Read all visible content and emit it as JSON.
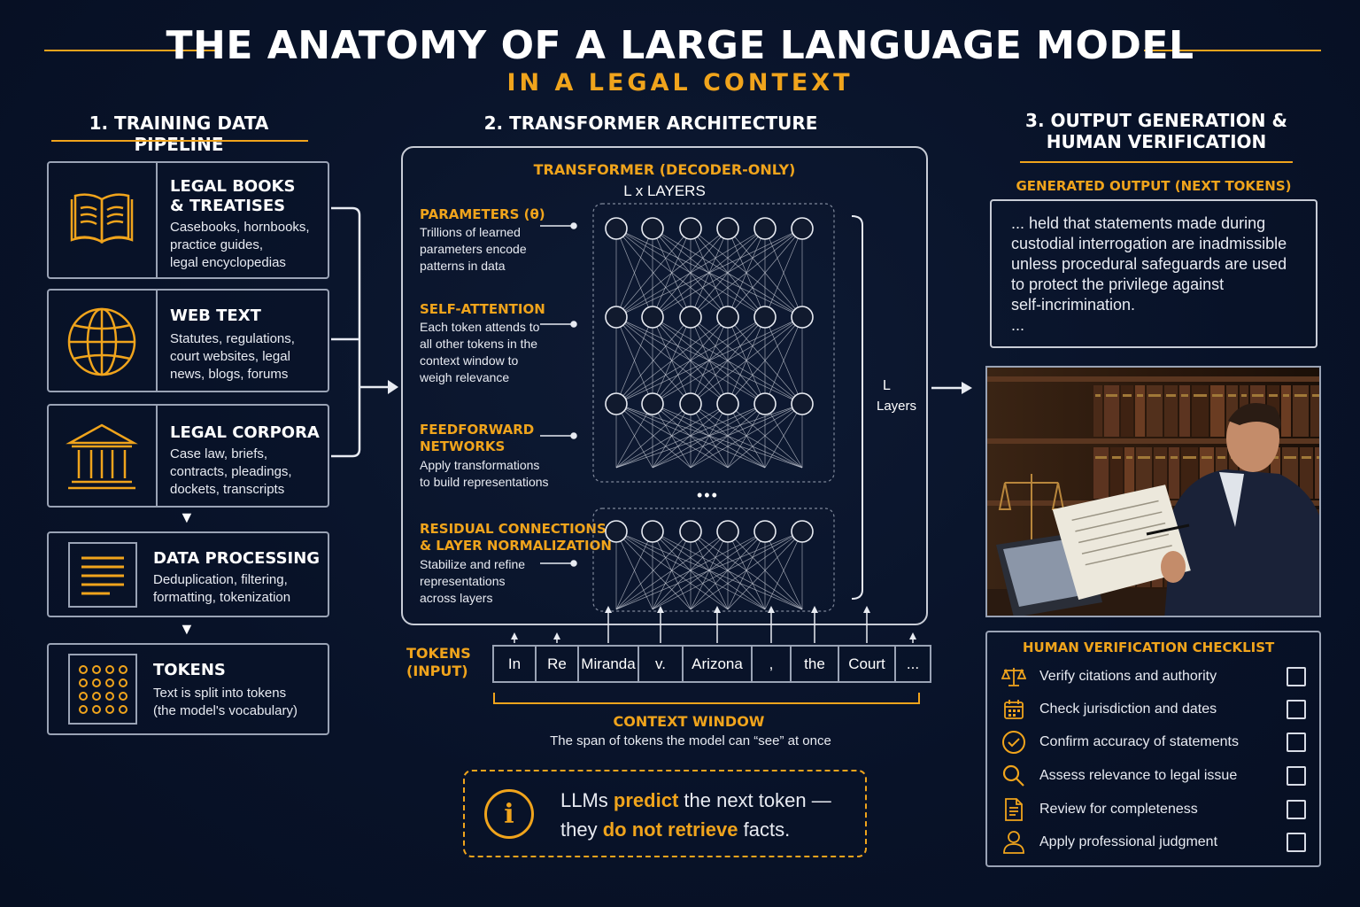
{
  "header": {
    "title": "THE ANATOMY OF A LARGE LANGUAGE MODEL",
    "subtitle": "IN A LEGAL CONTEXT"
  },
  "colors": {
    "accent": "#f0a41c",
    "background": "#081228",
    "border": "#9aa3b5"
  },
  "section1": {
    "heading": "1. TRAINING DATA PIPELINE",
    "sources": [
      {
        "icon": "open-book-icon",
        "title": "LEGAL BOOKS\n& TREATISES",
        "text": "Casebooks, hornbooks,\npractice guides,\nlegal encyclopedias"
      },
      {
        "icon": "globe-icon",
        "title": "WEB TEXT",
        "text": "Statutes, regulations,\ncourt websites, legal\nnews, blogs, forums"
      },
      {
        "icon": "courthouse-icon",
        "title": "LEGAL CORPORA",
        "text": "Case law, briefs,\ncontracts, pleadings,\ndockets, transcripts"
      }
    ],
    "processing": {
      "icon": "document-lines-icon",
      "title": "DATA PROCESSING",
      "text": "Deduplication, filtering,\nformatting, tokenization"
    },
    "tokens": {
      "icon": "token-grid-icon",
      "title": "TOKENS",
      "text": "Text is split into tokens\n(the model's vocabulary)"
    }
  },
  "section2": {
    "heading": "2. TRANSFORMER ARCHITECTURE",
    "box_title": "TRANSFORMER (DECODER-ONLY)",
    "layers_label": "L x LAYERS",
    "side_label_l": "L",
    "side_label_layers": "Layers",
    "ellipsis": "•••",
    "components": [
      {
        "title": "PARAMETERS (θ)",
        "text": "Trillions of learned\nparameters encode\npatterns in data"
      },
      {
        "title": "SELF-ATTENTION",
        "text": "Each token attends to\nall other tokens in the\ncontext window to\nweigh relevance"
      },
      {
        "title": "FEEDFORWARD\nNETWORKS",
        "text": "Apply transformations\nto build representations"
      },
      {
        "title": "RESIDUAL CONNECTIONS\n& LAYER NORMALIZATION",
        "text": "Stabilize and refine\nrepresentations\nacross layers"
      }
    ],
    "tokens_label": "TOKENS\n(INPUT)",
    "tokens": [
      "In",
      "Re",
      "Miranda",
      "v.",
      "Arizona",
      ",",
      "the",
      "Court",
      "..."
    ],
    "context_window_title": "CONTEXT WINDOW",
    "context_window_text": "The span of tokens the model can “see” at once",
    "callout": {
      "icon": "info-icon",
      "line1_a": "LLMs ",
      "line1_b": "predict",
      "line1_c": " the next token —",
      "line2_a": "they ",
      "line2_b": "do not retrieve",
      "line2_c": " facts."
    }
  },
  "section3": {
    "heading": "3. OUTPUT GENERATION &\nHUMAN VERIFICATION",
    "output_label": "GENERATED OUTPUT (NEXT TOKENS)",
    "output_text": "... held that statements made during\ncustodial interrogation are inadmissible\nunless procedural safeguards are used\nto protect the privilege against\nself-incrimination.\n...",
    "checklist_title": "HUMAN VERIFICATION CHECKLIST",
    "checklist": [
      {
        "icon": "scales-icon",
        "label": "Verify citations and authority"
      },
      {
        "icon": "calendar-icon",
        "label": "Check jurisdiction and dates"
      },
      {
        "icon": "check-circle-icon",
        "label": "Confirm accuracy of statements"
      },
      {
        "icon": "magnifier-icon",
        "label": "Assess relevance to legal issue"
      },
      {
        "icon": "document-icon",
        "label": "Review for completeness"
      },
      {
        "icon": "person-icon",
        "label": "Apply professional judgment"
      }
    ]
  }
}
